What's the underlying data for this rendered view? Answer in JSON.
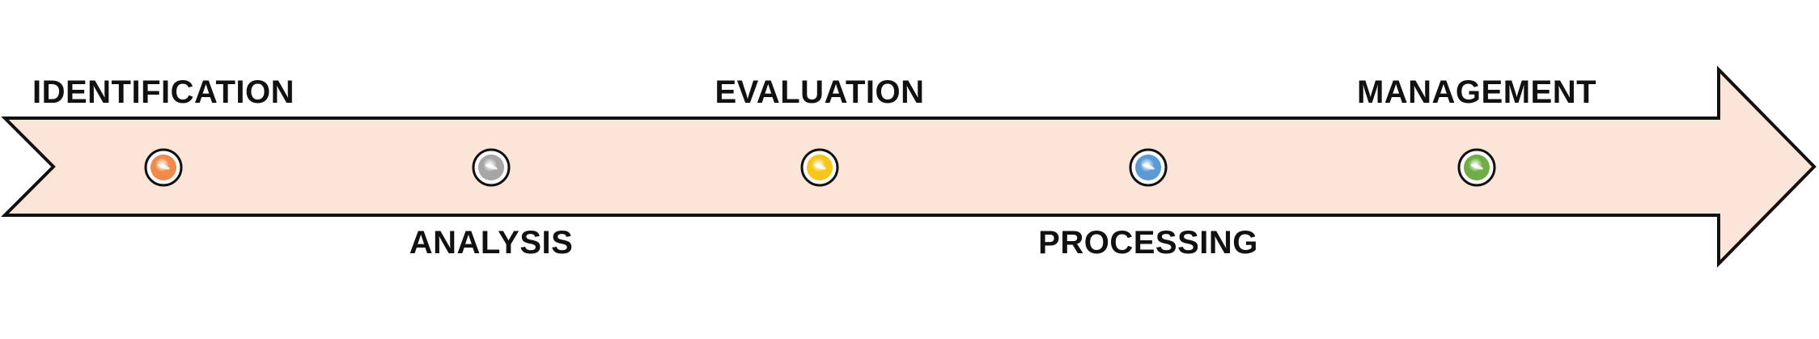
{
  "diagram": {
    "type": "timeline-arrow",
    "arrow_fill": "#FBE4D8",
    "arrow_stroke": "#111111",
    "stages": [
      {
        "label": "IDENTIFICATION",
        "color": "#F08A4B",
        "label_position": "above"
      },
      {
        "label": "ANALYSIS",
        "color": "#A6A6A6",
        "label_position": "below"
      },
      {
        "label": "EVALUATION",
        "color": "#F6C61A",
        "label_position": "above"
      },
      {
        "label": "PROCESSING",
        "color": "#5B9BD5",
        "label_position": "below"
      },
      {
        "label": "MANAGEMENT",
        "color": "#70AD47",
        "label_position": "above"
      }
    ]
  }
}
